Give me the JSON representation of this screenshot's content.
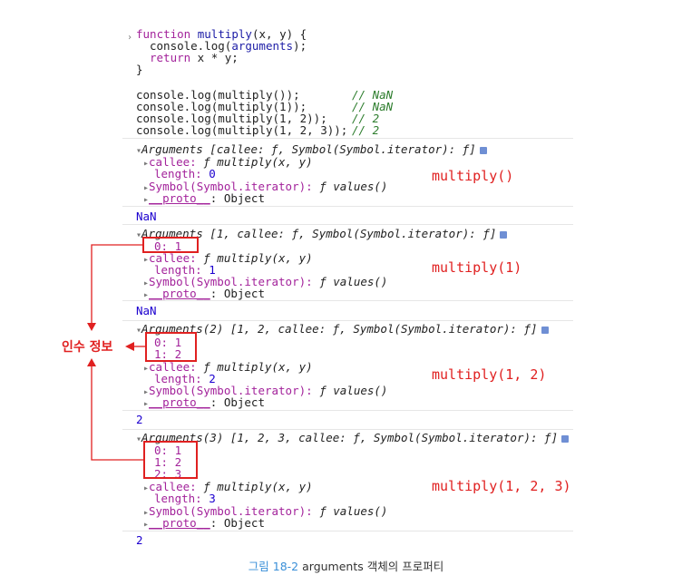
{
  "code": {
    "l1_kw": "function",
    "l1_name": "multiply",
    "l1_rest": "(x, y) {",
    "l2": "console.log(",
    "l2_arg": "arguments",
    "l2_end": ");",
    "l3_kw": "return",
    "l3_rest": " x * y;",
    "l4": "}",
    "calls": [
      {
        "code": "console.log(multiply());",
        "comment": "// NaN"
      },
      {
        "code": "console.log(multiply(1));",
        "comment": "// NaN"
      },
      {
        "code": "console.log(multiply(1, 2));",
        "comment": "// 2"
      },
      {
        "code": "console.log(multiply(1, 2, 3));",
        "comment": "// 2"
      }
    ]
  },
  "blocks": [
    {
      "header": "Arguments [callee: ƒ, Symbol(Symbol.iterator): ƒ]",
      "entries": [],
      "result": "NaN",
      "label": "multiply()"
    },
    {
      "header": "Arguments [1, callee: ƒ, Symbol(Symbol.iterator): ƒ]",
      "entries": [
        "0: 1"
      ],
      "result": "NaN",
      "label": "multiply(1)"
    },
    {
      "header": "Arguments(2) [1, 2, callee: ƒ, Symbol(Symbol.iterator): ƒ]",
      "entries": [
        "0: 1",
        "1: 2"
      ],
      "result": "2",
      "label": "multiply(1, 2)"
    },
    {
      "header": "Arguments(3) [1, 2, 3, callee: ƒ, Symbol(Symbol.iterator): ƒ]",
      "entries": [
        "0: 1",
        "1: 2",
        "2: 3"
      ],
      "result": "2",
      "label": "multiply(1, 2, 3)"
    }
  ],
  "props": {
    "callee_key": "callee:",
    "callee_val": "ƒ multiply(x, y)",
    "length_key": "length:",
    "length_vals": [
      "0",
      "1",
      "2",
      "3"
    ],
    "symbol_key": "Symbol(Symbol.iterator):",
    "symbol_val": "ƒ values()",
    "proto_key": "__proto__",
    "proto_val": ": Object"
  },
  "annotation": {
    "arg_info": "인수 정보"
  },
  "caption": {
    "figure": "그림 18-2",
    "text": " arguments 객체의 프로퍼티"
  },
  "colors": {
    "accent_red": "#e02020",
    "caption_blue": "#3a8fd8",
    "keyword_purple": "#a3239b",
    "comment_green": "#2d7d2d",
    "number_blue": "#1c00cf"
  }
}
